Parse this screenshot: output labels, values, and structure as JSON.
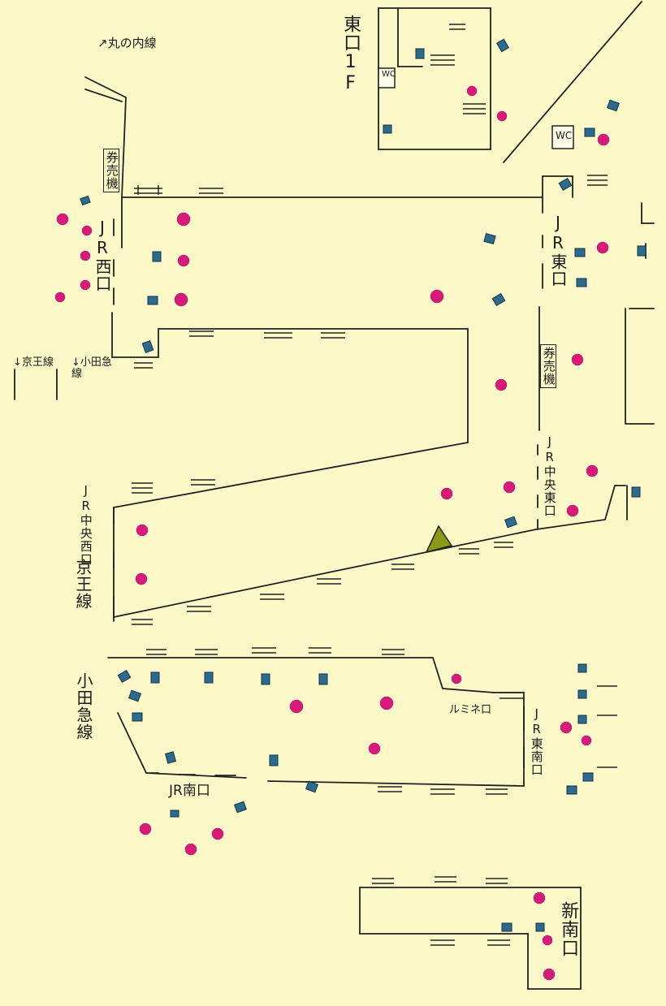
{
  "labels": {
    "east_1f": "東口1F",
    "marunouchi_line": "↗丸の内線",
    "wc_top": "WC",
    "wc_right": "WC",
    "kiosk_west": "券売機",
    "kiosk_mid": "券売機",
    "jr_west": "JR西口",
    "jr_east": "JR東口",
    "keio_line_arrow": "↓京王線",
    "odakyu_line_arrow": "↓小田急線",
    "jr_central_west": "JR中央西口",
    "jr_central_east": "JR中央東口",
    "keio_line": "京王線",
    "odakyu_line": "小田急線",
    "lumine": "ルミネ口",
    "jr_southeast": "JR東南口",
    "jr_south": "JR南口",
    "new_south": "新南口"
  },
  "legend": {
    "pink_dot_color": "#d81b7a",
    "elevator_color": "#2d6b8e",
    "stair_icon": "stairs-icon",
    "dot_icon": "pink-dot-icon",
    "elevator_icon": "elevator-icon",
    "you_are_here_icon": "triangle-marker-icon"
  }
}
